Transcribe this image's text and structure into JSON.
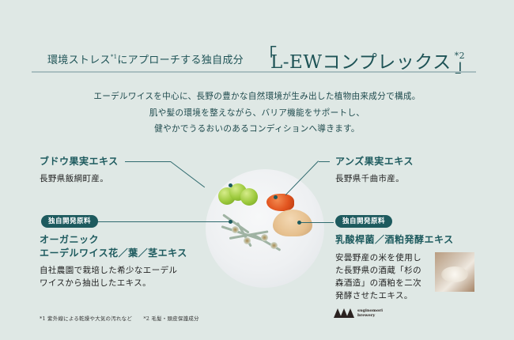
{
  "header": {
    "prefix": "環境ストレス",
    "prefix_note": "*1",
    "prefix_suffix": "にアプローチする独自成分",
    "bracket_open": "「",
    "product_name": "L-EWコンプレックス",
    "product_note": "*2",
    "bracket_close": "」"
  },
  "intro": {
    "lines": [
      "エーデルワイスを中心に、長野の豊かな自然環境が生み出した植物由来成分で構成。",
      "肌や髪の環境を整えながら、バリア機能をサポートし、",
      "健やかでうるおいのあるコンディションへ導きます。"
    ]
  },
  "ingredients": [
    {
      "title": "ブドウ果実エキス",
      "desc": "長野県飯綱町産。"
    },
    {
      "title": "アンズ果実エキス",
      "desc": "長野県千曲市産。"
    },
    {
      "badge": "独自開発原料",
      "title_lines": [
        "オーガニック",
        "エーデルワイス花／葉／茎エキス"
      ],
      "desc_lines": [
        "自社農園で栽培した希少なエーデル",
        "ワイスから抽出したエキス。"
      ]
    },
    {
      "badge": "独自開発原料",
      "title": "乳酸桿菌／酒粕発酵エキス",
      "desc_lines": [
        "安曇野産の米を使用し",
        "た長野県の酒蔵「杉の",
        "森酒造」の酒粕を二次",
        "発酵させたエキス。"
      ],
      "logo_lines": [
        "suginomori",
        "brewery"
      ]
    }
  ],
  "footnotes": [
    "*1 紫外線による乾燥や大気の汚れなど",
    "*2 毛髪・頭皮保護成分"
  ],
  "colors": {
    "background": "#dfe8e5",
    "accent": "#1d5a5e",
    "rule": "#a9bec0"
  }
}
